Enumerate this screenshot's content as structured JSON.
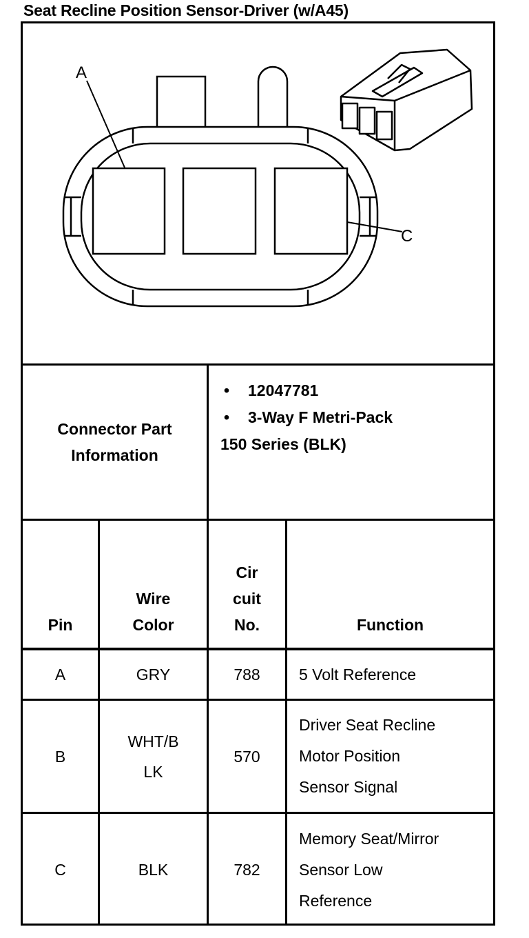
{
  "title": "Seat Recline Position Sensor-Driver (w/A45)",
  "diagram": {
    "callout_a": "A",
    "callout_c": "C"
  },
  "connector_info": {
    "label_line1": "Connector Part",
    "label_line2": "Information",
    "bullets": [
      "12047781",
      "3-Way F Metri-Pack"
    ],
    "continuation": "150 Series (BLK)"
  },
  "table": {
    "headers": {
      "pin": "Pin",
      "wire_color_line1": "Wire",
      "wire_color_line2": "Color",
      "circuit_line1": "Cir",
      "circuit_line2": "cuit",
      "circuit_line3": "No.",
      "function": "Function"
    },
    "rows": [
      {
        "pin": "A",
        "wire": [
          "GRY"
        ],
        "circuit": "788",
        "function": [
          "5 Volt Reference"
        ]
      },
      {
        "pin": "B",
        "wire": [
          "WHT/B",
          "LK"
        ],
        "circuit": "570",
        "function": [
          "Driver Seat Recline",
          "Motor Position",
          "Sensor Signal"
        ]
      },
      {
        "pin": "C",
        "wire": [
          "BLK"
        ],
        "circuit": "782",
        "function": [
          "Memory Seat/Mirror",
          "Sensor Low",
          "Reference"
        ]
      }
    ]
  }
}
